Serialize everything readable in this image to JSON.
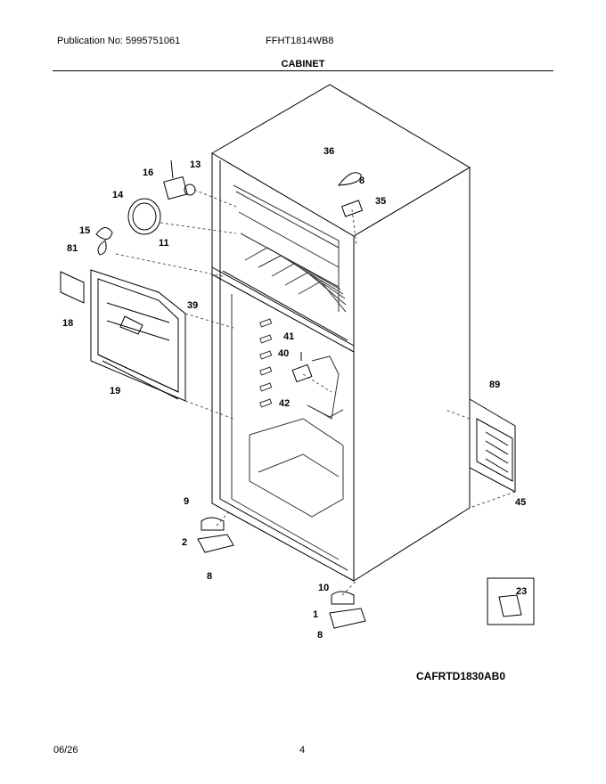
{
  "header": {
    "publication": "Publication No: 5995751061",
    "model": "FFHT1814WB8",
    "section_title": "CABINET"
  },
  "diagram": {
    "callouts": [
      {
        "id": "c36",
        "label": "36"
      },
      {
        "id": "c8a",
        "label": "8"
      },
      {
        "id": "c35",
        "label": "35"
      },
      {
        "id": "c13",
        "label": "13"
      },
      {
        "id": "c16",
        "label": "16"
      },
      {
        "id": "c14",
        "label": "14"
      },
      {
        "id": "c15",
        "label": "15"
      },
      {
        "id": "c11",
        "label": "11"
      },
      {
        "id": "c81",
        "label": "81"
      },
      {
        "id": "c39",
        "label": "39"
      },
      {
        "id": "c18",
        "label": "18"
      },
      {
        "id": "c19",
        "label": "19"
      },
      {
        "id": "c41",
        "label": "41"
      },
      {
        "id": "c40",
        "label": "40"
      },
      {
        "id": "c42",
        "label": "42"
      },
      {
        "id": "c89",
        "label": "89"
      },
      {
        "id": "c45",
        "label": "45"
      },
      {
        "id": "c9",
        "label": "9"
      },
      {
        "id": "c2",
        "label": "2"
      },
      {
        "id": "c8b",
        "label": "8"
      },
      {
        "id": "c10",
        "label": "10"
      },
      {
        "id": "c1",
        "label": "1"
      },
      {
        "id": "c8c",
        "label": "8"
      },
      {
        "id": "c23",
        "label": "23"
      }
    ]
  },
  "footer": {
    "diagram_code": "CAFRTD1830AB0",
    "date": "06/26",
    "page_number": "4"
  }
}
